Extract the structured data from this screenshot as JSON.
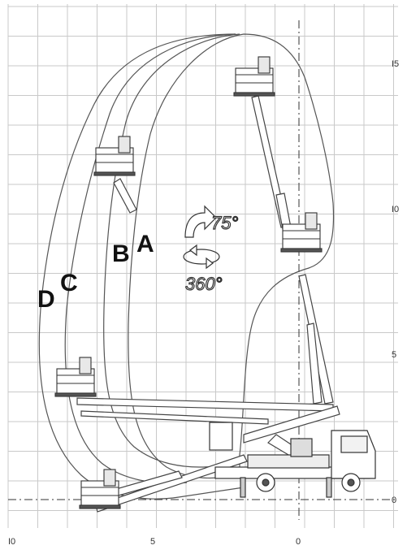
{
  "axes": {
    "x_ticks": [
      {
        "label": "I0",
        "value": 10
      },
      {
        "label": "5",
        "value": 5
      },
      {
        "label": "0",
        "value": 0
      }
    ],
    "y_ticks": [
      {
        "label": "I5",
        "value": 15
      },
      {
        "label": "I0",
        "value": 10
      },
      {
        "label": "5",
        "value": 5
      },
      {
        "label": "0",
        "value": 0
      }
    ]
  },
  "zones": [
    {
      "id": "A",
      "label": "A"
    },
    {
      "id": "B",
      "label": "B"
    },
    {
      "id": "C",
      "label": "C"
    },
    {
      "id": "D",
      "label": "D"
    }
  ],
  "annotations": {
    "boom_rotation": "75°",
    "turret_rotation": "360°"
  },
  "colors": {
    "grid": "#c9c9c9",
    "envelope": "#555555",
    "machine": "#444444",
    "platform_fill": "#e8e8e8"
  },
  "icons": {
    "boom_rotation_icon": "curved-arrow-up-right",
    "turret_rotation_icon": "circular-rotation-arrows"
  }
}
